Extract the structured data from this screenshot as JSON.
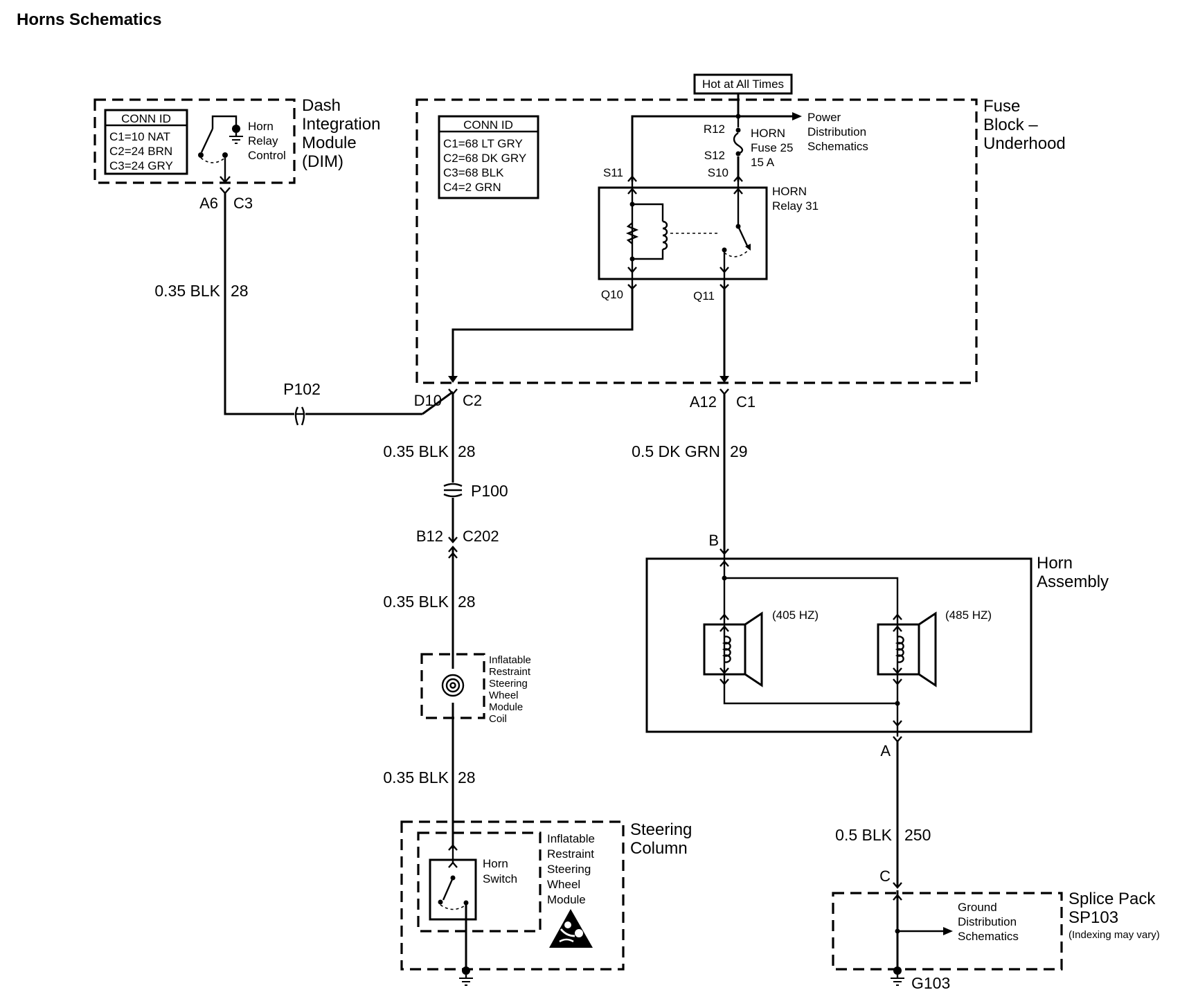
{
  "title": "Horns Schematics",
  "dim": {
    "name": [
      "Dash",
      "Integration",
      "Module",
      "(DIM)"
    ],
    "conn_id_header": "CONN ID",
    "conn_ids": [
      "C1=10 NAT",
      "C2=24 BRN",
      "C3=24 GRY"
    ],
    "switch_label": [
      "Horn",
      "Relay",
      "Control"
    ],
    "pin": "A6",
    "connector": "C3"
  },
  "fuse_block": {
    "name": [
      "Fuse",
      "Block –",
      "Underhood"
    ],
    "conn_id_header": "CONN ID",
    "conn_ids": [
      "C1=68 LT GRY",
      "C2=68 DK GRY",
      "C3=68 BLK",
      "C4=2 GRN"
    ],
    "hot_label": "Hot at All Times",
    "fuse_in_pin": "R12",
    "fuse_out_pin": "S12",
    "fuse_label": [
      "HORN",
      "Fuse 25",
      "15 A"
    ],
    "power_dist": [
      "Power",
      "Distribution",
      "Schematics"
    ],
    "relay_pins": {
      "s11": "S11",
      "s10": "S10",
      "q10": "Q10",
      "q11": "Q11"
    },
    "relay_label": [
      "HORN",
      "Relay 31"
    ]
  },
  "wires": {
    "dim_out": {
      "size": "0.35 BLK",
      "circuit": "28"
    },
    "c2_down": {
      "size": "0.35 BLK",
      "circuit": "28"
    },
    "c202_down": {
      "size": "0.35 BLK",
      "circuit": "28"
    },
    "coil_down": {
      "size": "0.35 BLK",
      "circuit": "28"
    },
    "c1_down": {
      "size": "0.5 DK GRN",
      "circuit": "29"
    },
    "horn_ground": {
      "size": "0.5 BLK",
      "circuit": "250"
    }
  },
  "connectors": {
    "p102": "P102",
    "d10": "D10",
    "c2": "C2",
    "a12": "A12",
    "c1": "C1",
    "p100": "P100",
    "b12": "B12",
    "c202": "C202"
  },
  "coil": {
    "label": [
      "Inflatable",
      "Restraint",
      "Steering",
      "Wheel",
      "Module",
      "Coil"
    ]
  },
  "steering_column": {
    "name": [
      "Steering",
      "Column"
    ],
    "module_label": [
      "Inflatable",
      "Restraint",
      "Steering",
      "Wheel",
      "Module"
    ],
    "switch_label": [
      "Horn",
      "Switch"
    ]
  },
  "horn_assembly": {
    "name": [
      "Horn",
      "Assembly"
    ],
    "pin_b": "B",
    "pin_a": "A",
    "horn1_freq": "(405 HZ)",
    "horn2_freq": "(485 HZ)"
  },
  "splice_pack": {
    "pin_c": "C",
    "name": [
      "Splice Pack",
      "SP103"
    ],
    "note": "(Indexing may vary)",
    "ground_dist": [
      "Ground",
      "Distribution",
      "Schematics"
    ],
    "ground": "G103"
  }
}
